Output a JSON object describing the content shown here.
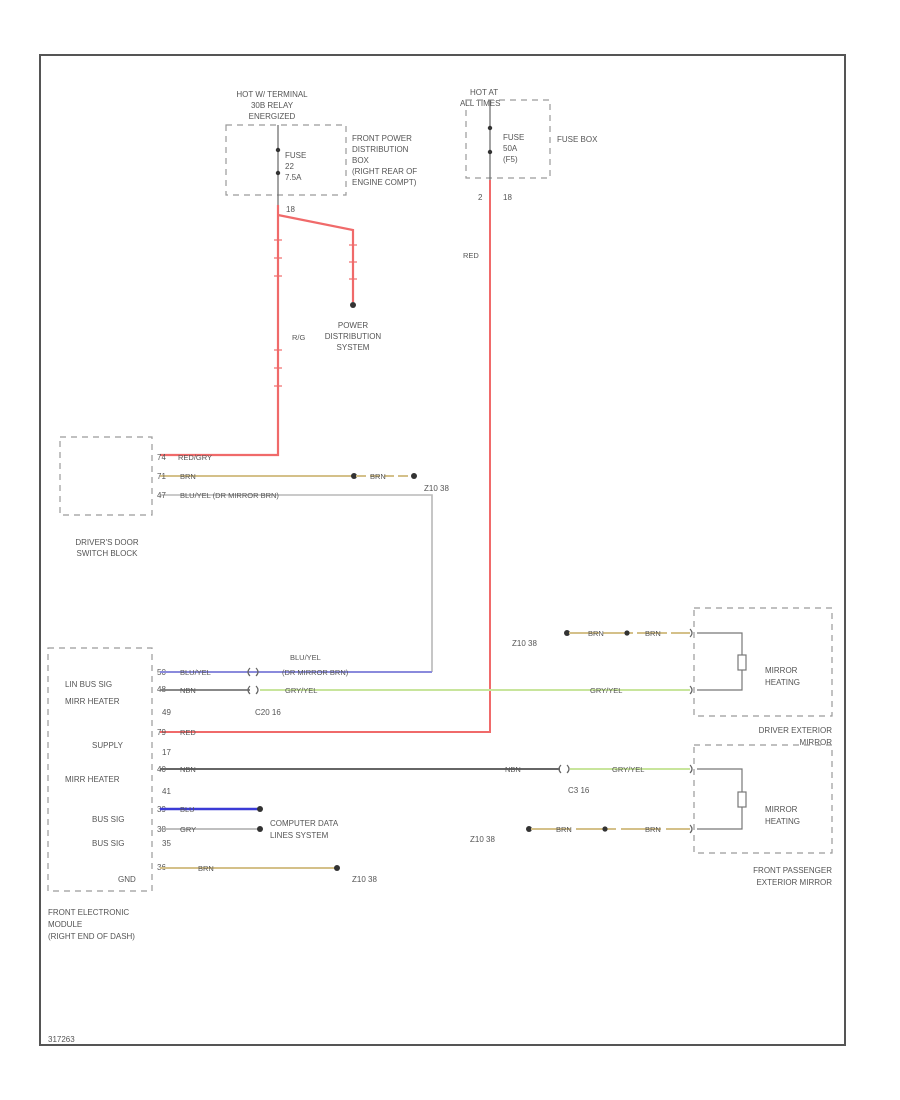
{
  "components": {
    "relay": {
      "label_lines": [
        "HOT W/ TERMINAL",
        "30B RELAY",
        "ENERGIZED"
      ]
    },
    "fuse_22": {
      "lines": [
        "FUSE",
        "22",
        "7.5A"
      ]
    },
    "front_power_distribution_box": {
      "label_lines": [
        "FRONT POWER",
        "DISTRIBUTION",
        "BOX",
        "(RIGHT REAR OF",
        "ENGINE COMPT)"
      ]
    },
    "hot_at_all_times": {
      "label_lines": [
        "HOT AT",
        "ALL TIMES"
      ]
    },
    "fuse_f5": {
      "lines": [
        "FUSE",
        "50A",
        "(F5)"
      ]
    },
    "fuse_box": {
      "label": "FUSE BOX"
    },
    "fuse_box_pins": {
      "left": "2",
      "right": "18"
    },
    "power_distribution_system": {
      "label_lines": [
        "POWER",
        "DISTRIBUTION",
        "SYSTEM"
      ]
    },
    "drivers_door_switch_block": {
      "label_lines": [
        "DRIVER'S DOOR",
        "SWITCH BLOCK"
      ]
    },
    "front_electronic_module": {
      "label_lines": [
        "FRONT ELECTRONIC",
        "MODULE",
        "(RIGHT END OF DASH)"
      ]
    },
    "driver_exterior_mirror": {
      "label_lines": [
        "DRIVER EXTERIOR",
        "MIRROR"
      ],
      "inner": [
        "MIRROR",
        "HEATING"
      ]
    },
    "front_passenger_exterior_mirror": {
      "label_lines": [
        "FRONT PASSENGER",
        "EXTERIOR MIRROR"
      ],
      "inner": [
        "MIRROR",
        "HEATING"
      ]
    },
    "computer_data_lines": {
      "label_lines": [
        "COMPUTER DATA",
        "LINES SYSTEM"
      ]
    },
    "module_pins": [
      "LIN BUS SIG",
      "MIRR HEATER",
      "SUPPLY",
      "MIRR HEATER",
      "BUS SIG",
      "BUS SIG",
      "GND"
    ]
  },
  "wires": {
    "red_gry": "RED/GRY",
    "red": "RED",
    "brn": "BRN",
    "blu_yel": "BLU/YEL",
    "blu_yel_dr": "BLU/YEL (DR MIRROR BRN)",
    "blu_yel_top": "BLU/YEL",
    "blu_yel_bot": "(DR MIRROR BRN)",
    "gry_yel": "GRY/YEL",
    "nbn": "NBN",
    "blu": "BLU",
    "gry": "GRY",
    "c20": "C20",
    "red_gry_ref": "R/G"
  },
  "pins": {
    "p74": "74",
    "p71": "71",
    "p47": "47",
    "p50": "50",
    "p48": "48",
    "p49": "49",
    "p79": "79",
    "p17": "17",
    "p40": "40",
    "p41": "41",
    "p39": "39",
    "p38": "38",
    "p35": "35",
    "p36": "36",
    "p18": "18"
  },
  "grounds": {
    "g_switch": "Z10 38",
    "g_drv_mirror": "Z10 38",
    "g_pass_mirror": "Z10 38",
    "g_module": "Z10 38"
  },
  "connectors": {
    "c20_16": "C20 16",
    "c3_16": "C3 16"
  },
  "figure_code": "317263"
}
